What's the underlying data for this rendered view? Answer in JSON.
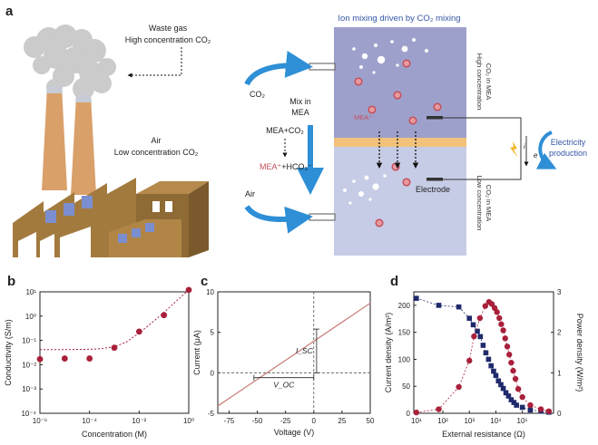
{
  "panel_a": {
    "letter": "a",
    "waste_gas_label": "Waste gas",
    "waste_gas_sub": "High concentration CO₂",
    "air_label": "Air",
    "air_sub": "Low concentration CO₂",
    "title": "Ion mixing driven by CO₂ mixing",
    "co2_label": "CO₂",
    "air_inlet_label": "Air",
    "mix_label_1": "Mix in",
    "mix_label_2": "MEA",
    "reaction_top": "MEA+CO₂",
    "reaction_bottom_1": "MEA⁺",
    "reaction_bottom_2": "+HCO₃⁻",
    "mea_ion_label": "MEA⁺",
    "electrode_label": "Electrode",
    "high_conc_side_1": "High concentration",
    "high_conc_side_2": "CO₂ in MEA",
    "low_conc_side_1": "Low concentration",
    "low_conc_side_2": "CO₂ in MEA",
    "current_i": "i",
    "current_e": "e",
    "electricity_1": "Electricity",
    "electricity_2": "production",
    "colors": {
      "high_chamber": "#9ea0cc",
      "low_chamber": "#c7cce6",
      "membrane": "#f2c27a",
      "arrow_blue": "#2e8fd6",
      "ion_red": "#c4505a",
      "factory_brown": "#a37a3e",
      "window_blue": "#7b8fd0",
      "title_blue": "#3457a6"
    }
  },
  "chart_data": [
    {
      "panel": "b",
      "type": "scatter",
      "xlabel": "Concentration (M)",
      "ylabel": "Conductivity (S/m)",
      "x_scale": "log",
      "y_scale": "log",
      "xlim": [
        1e-06,
        1
      ],
      "ylim": [
        0.0001,
        10
      ],
      "x_ticks": [
        1e-06,
        0.0001,
        0.01,
        1
      ],
      "x_tick_labels": [
        "10⁻⁶",
        "10⁻⁴",
        "10⁻²",
        "10⁰"
      ],
      "y_ticks": [
        0.0001,
        0.001,
        0.01,
        0.1,
        1,
        10
      ],
      "y_tick_labels": [
        "10⁻⁴",
        "10⁻³",
        "10⁻²",
        "10⁻¹",
        "10⁰",
        "10¹"
      ],
      "x": [
        1e-06,
        1e-05,
        0.0001,
        0.001,
        0.01,
        0.1,
        1
      ],
      "y": [
        0.017,
        0.018,
        0.018,
        0.05,
        0.23,
        1.1,
        12
      ],
      "fit_x": [
        1e-06,
        1e-05,
        0.0001,
        0.0003,
        0.001,
        0.003,
        0.01,
        0.03,
        0.1,
        0.3,
        1
      ],
      "fit_y": [
        0.042,
        0.042,
        0.043,
        0.046,
        0.055,
        0.085,
        0.2,
        0.5,
        1.4,
        4,
        12
      ],
      "color": "#a8203a"
    },
    {
      "panel": "c",
      "type": "line",
      "xlabel": "Voltage (V)",
      "ylabel": "Current (μA)",
      "xlim": [
        -85,
        50
      ],
      "ylim": [
        -5,
        10
      ],
      "x_ticks": [
        -75,
        -50,
        -25,
        0,
        25,
        50
      ],
      "y_ticks": [
        -5,
        0,
        5,
        10
      ],
      "x": [
        -85,
        50
      ],
      "y": [
        -4.1,
        8.6
      ],
      "voc_x": -53,
      "isc_y": 5.4,
      "voc_label": "V_OC",
      "isc_label": "I_SC",
      "color": "#c8847e"
    },
    {
      "panel": "d",
      "type": "scatter",
      "xlabel": "External resistance (Ω)",
      "ylabel_left": "Current density (A/m²)",
      "ylabel_right": "Power density (W/m²)",
      "x_scale": "log",
      "xlim": [
        8,
        1500000
      ],
      "ylim_left": [
        0,
        225
      ],
      "ylim_right": [
        0,
        3
      ],
      "x_ticks": [
        10,
        100,
        1000,
        10000,
        100000
      ],
      "x_tick_labels": [
        "10¹",
        "10²",
        "10³",
        "10⁴",
        "10⁵"
      ],
      "y_ticks_left": [
        0,
        50,
        100,
        150,
        200
      ],
      "y_ticks_right": [
        0,
        1,
        2,
        3
      ],
      "series": [
        {
          "axis": "left",
          "marker": "square",
          "color": "#1f2a6b",
          "x": [
            10,
            70,
            400,
            1000,
            1400,
            2000,
            2600,
            3300,
            4200,
            5300,
            6600,
            8200,
            10000,
            12500,
            15500,
            19000,
            24000,
            30000,
            38000,
            48000,
            60000,
            100000,
            200000,
            500000,
            1000000
          ],
          "y": [
            213,
            200,
            197,
            176,
            164,
            152,
            142,
            126,
            112,
            100,
            88,
            78,
            70,
            60,
            53,
            46,
            38,
            32,
            25,
            20,
            15,
            11,
            6,
            4,
            2
          ]
        },
        {
          "axis": "right",
          "marker": "circle",
          "color": "#a8203a",
          "x": [
            10,
            70,
            400,
            1000,
            1500,
            2500,
            4000,
            5500,
            7000,
            9000,
            11000,
            13500,
            16000,
            19000,
            22500,
            27000,
            32000,
            38000,
            45000,
            55000,
            70000,
            100000,
            200000,
            500000,
            1000000
          ],
          "y": [
            0.02,
            0.1,
            0.65,
            1.3,
            1.9,
            2.35,
            2.65,
            2.75,
            2.7,
            2.6,
            2.5,
            2.35,
            2.2,
            2.05,
            1.85,
            1.65,
            1.45,
            1.25,
            1.05,
            0.85,
            0.6,
            0.4,
            0.2,
            0.1,
            0.05
          ]
        }
      ]
    }
  ]
}
